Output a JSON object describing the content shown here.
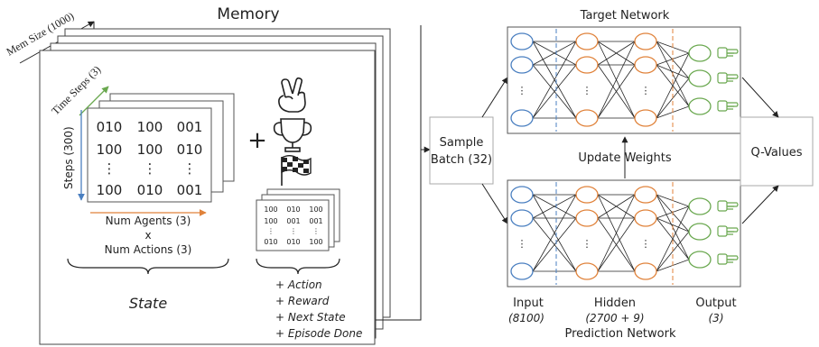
{
  "memory": {
    "title": "Memory",
    "mem_size": "Mem Size (1000)",
    "ellipsis": "...",
    "state": {
      "time_steps": "Time Steps (3)",
      "steps": "Steps (300)",
      "matrix_rows": [
        [
          "010",
          "100",
          "001"
        ],
        [
          "100",
          "100",
          "010"
        ],
        [
          "⋮",
          "⋮",
          "⋮"
        ],
        [
          "100",
          "010",
          "001"
        ]
      ],
      "num_agents": "Num Agents (3)",
      "times": "x",
      "num_actions": "Num Actions (3)",
      "label": "State"
    },
    "plus": "+",
    "next_state_rows": [
      [
        "100",
        "010",
        "100"
      ],
      [
        "100",
        "001",
        "001"
      ],
      [
        "⋮",
        "⋮",
        "⋮"
      ],
      [
        "010",
        "010",
        "100"
      ]
    ],
    "extras": [
      "+ Action",
      "+ Reward",
      "+ Next State",
      "+ Episode Done"
    ]
  },
  "sample_batch": {
    "line1": "Sample",
    "line2": "Batch (32)"
  },
  "target_network": {
    "title": "Target Network"
  },
  "update_weights": "Update Weights",
  "prediction_network": {
    "title": "Prediction Network",
    "input_label": "Input",
    "input_size": "(8100)",
    "hidden_label": "Hidden",
    "hidden_size": "(2700 + 9)",
    "output_label": "Output",
    "output_size": "(3)"
  },
  "q_values": "Q-Values",
  "colors": {
    "input": "#4a7fc0",
    "hidden": "#e0823a",
    "output": "#6aa84f",
    "time_arrow": "#6aa84f",
    "steps_arrow": "#4a7fc0",
    "agents_arrow": "#e0823a"
  }
}
